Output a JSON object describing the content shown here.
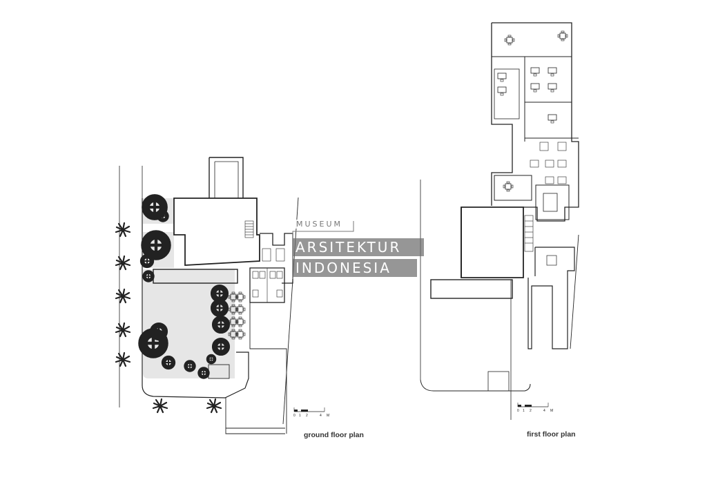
{
  "captions": {
    "ground": "ground floor plan",
    "first": "first floor plan"
  },
  "scale_bar": {
    "labels": [
      "0",
      "1",
      "2",
      "4",
      "M"
    ]
  },
  "watermark": {
    "line1": "MUSEUM",
    "line2": "ARSITEKTUR",
    "line3": "INDONESIA"
  },
  "colors": {
    "line": "#222222",
    "garden_fill": "#e6e6e6",
    "watermark_fill": "#6e6e6e"
  },
  "icons": [
    "palm-tree-icon",
    "round-tree-icon",
    "table-chairs-icon",
    "desk-icon",
    "toilet-icon",
    "stair-icon"
  ]
}
